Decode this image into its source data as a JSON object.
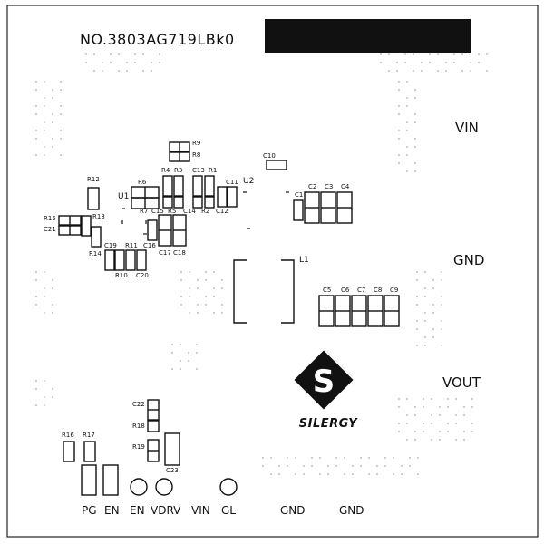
{
  "board_id": "NO.3803AG719LBk0",
  "terminals": {
    "vin": "VIN",
    "gnd": "GND",
    "vout": "VOUT"
  },
  "logo": {
    "glyph": "S",
    "brand": "SILERGY"
  },
  "ics": {
    "u1": "U1",
    "u2": "U2",
    "l1": "L1"
  },
  "components": {
    "r9": "R9",
    "r8": "R8",
    "r4": "R4",
    "r3": "R3",
    "r1": "R1",
    "r12": "R12",
    "r6": "R6",
    "r5": "R5",
    "r7": "R7",
    "r2": "R2",
    "r13": "R13",
    "r15": "R15",
    "r14": "R14",
    "r11": "R11",
    "r10": "R10",
    "r16": "R16",
    "r17": "R17",
    "r18": "R18",
    "r19": "R19",
    "c10": "C10",
    "c13": "C13",
    "c11": "C11",
    "c12": "C12",
    "c14": "C14",
    "c15": "C15",
    "c16": "C16",
    "c17": "C17",
    "c18": "C18",
    "c19": "C19",
    "c20": "C20",
    "c21": "C21",
    "c1": "C1",
    "c2": "C2",
    "c3": "C3",
    "c4": "C4",
    "c5": "C5",
    "c6": "C6",
    "c7": "C7",
    "c8": "C8",
    "c9": "C9",
    "c22": "C22",
    "c23": "C23"
  },
  "bottom_labels": {
    "pg": "PG",
    "en1": "EN",
    "en2": "EN",
    "vdrv": "VDRV",
    "vin": "VIN",
    "gl": "GL",
    "gnd1": "GND",
    "gnd2": "GND"
  },
  "colors": {
    "ink": "#111111",
    "label_block": "#111111",
    "via_dots": "#c9c9c9"
  }
}
